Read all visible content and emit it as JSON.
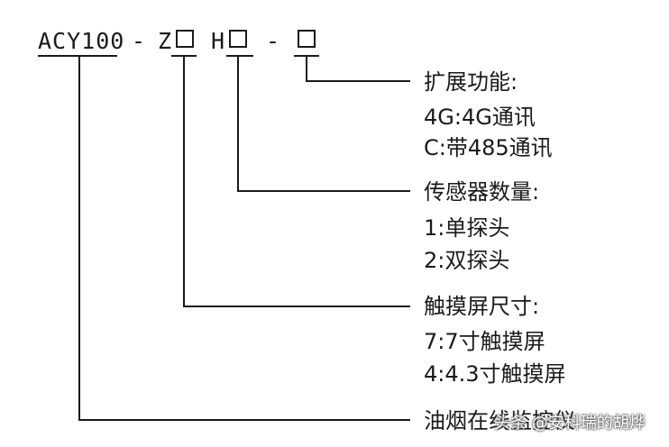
{
  "model_code": {
    "prefix": "ACY100",
    "dash1": "-",
    "z": "Z",
    "h": "H",
    "dash2": "-"
  },
  "groups": [
    {
      "title": "扩展功能:",
      "options": [
        "4G:4G通讯",
        "C:带485通讯"
      ]
    },
    {
      "title": "传感器数量:",
      "options": [
        "1:单探头",
        "2:双探头"
      ]
    },
    {
      "title": "触摸屏尺寸:",
      "options": [
        "7:7寸触摸屏",
        "4:4.3寸触摸屏"
      ]
    },
    {
      "title": "油烟在线监控仪",
      "options": []
    }
  ],
  "watermark": "头条 @安科瑞的胡烨",
  "colors": {
    "line": "#1a1a1a",
    "text": "#1a1a1a",
    "background": "#ffffff"
  }
}
